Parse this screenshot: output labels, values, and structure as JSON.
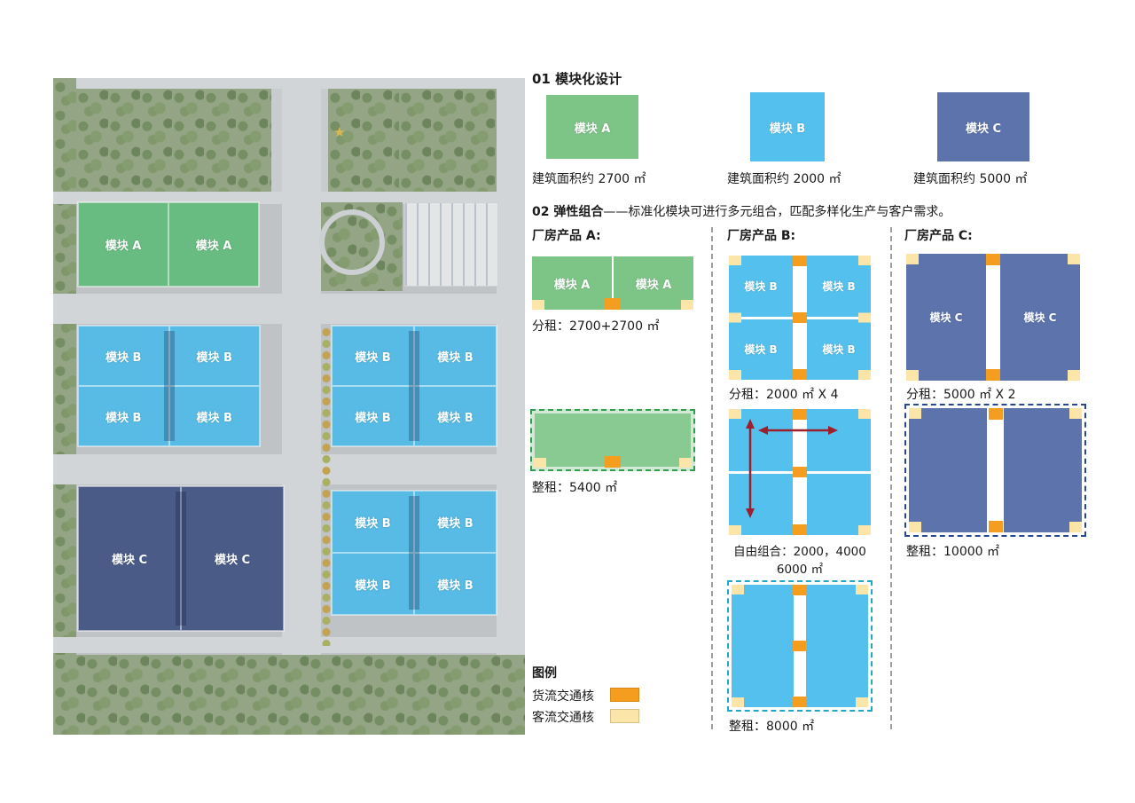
{
  "modules": {
    "a": {
      "label": "模块 A",
      "area": "建筑面积约 2700 ㎡",
      "color": "#7dc487"
    },
    "b": {
      "label": "模块 B",
      "area": "建筑面积约 2000 ㎡",
      "color": "#54c0ee"
    },
    "c": {
      "label": "模块 C",
      "area": "建筑面积约 5000 ㎡",
      "color": "#5d73ac"
    }
  },
  "site_plan": {
    "star": "★"
  },
  "section1": {
    "title": "01 模块化设计"
  },
  "section2": {
    "title_bold": "02 弹性组合",
    "title_rest": "——标准化模块可进行多元组合，匹配多样化生产与客户需求。"
  },
  "product_a": {
    "header": "厂房产品 A:",
    "split_caption": "分租：2700+2700 ㎡",
    "whole_caption": "整租：5400 ㎡"
  },
  "product_b": {
    "header": "厂房产品 B:",
    "split_caption": "分租：2000 ㎡ X 4",
    "free_caption_line1": "自由组合：2000，4000",
    "free_caption_line2": "6000 ㎡",
    "whole_caption": "整租：8000 ㎡"
  },
  "product_c": {
    "header": "厂房产品 C:",
    "split_caption": "分租：5000 ㎡ X 2",
    "whole_caption": "整租：10000 ㎡"
  },
  "legend": {
    "title": "图例",
    "cargo": {
      "label": "货流交通核",
      "color": "#f59d1e"
    },
    "passenger": {
      "label": "客流交通核",
      "color": "#fbe5a8"
    }
  },
  "colors": {
    "module_a_green": "#7dc487",
    "module_b_blue": "#54c0ee",
    "module_c_navy": "#5d73ac",
    "cargo_core_orange": "#f59d1e",
    "passenger_core_cream": "#fbe5a8",
    "dashed_green": "#2f9e50",
    "dashed_teal": "#23a7c9",
    "dashed_navy": "#27478f",
    "arrow_red": "#9c1f2e",
    "separator_gray": "#9aa0a4"
  }
}
